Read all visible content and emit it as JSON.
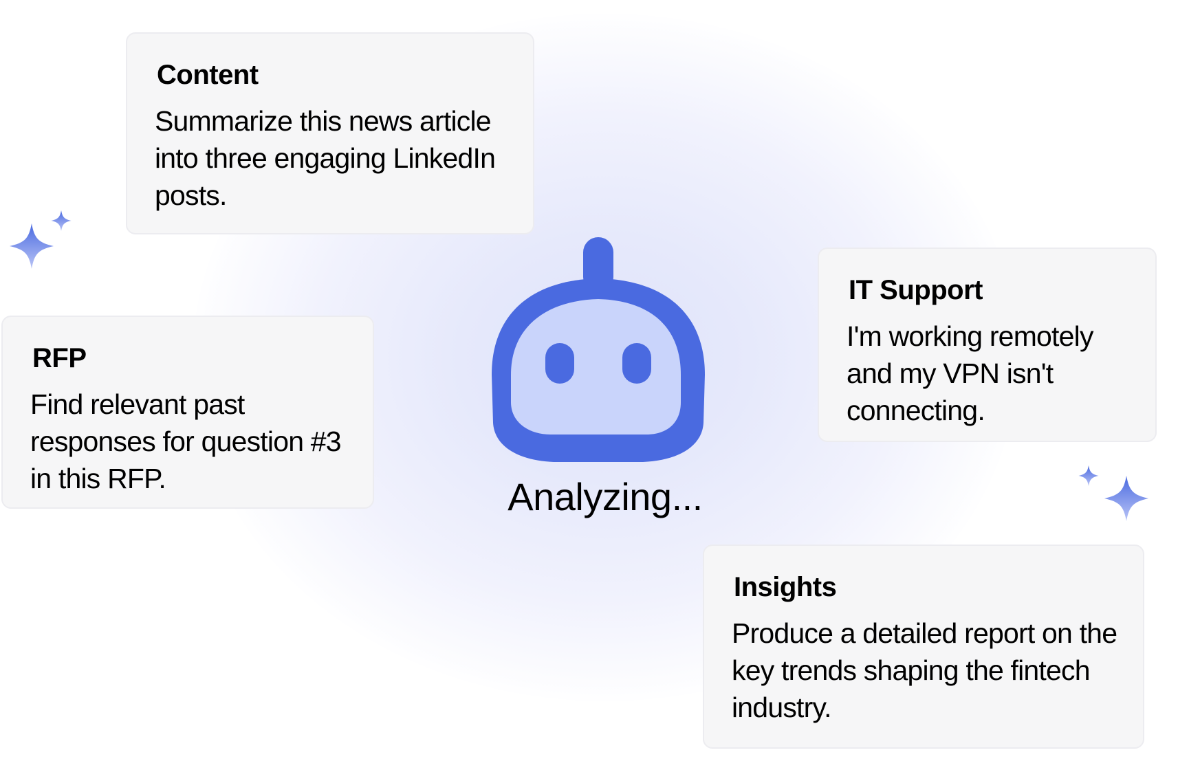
{
  "cards": [
    {
      "title": "Content",
      "text": "Summarize this news article into three engaging LinkedIn posts."
    },
    {
      "title": "RFP",
      "text": "Find relevant past responses for question #3 in this RFP."
    },
    {
      "title": "IT Support",
      "text": "I'm working remotely and my VPN isn't connecting."
    },
    {
      "title": "Insights",
      "text": "Produce a detailed report on the key trends shaping the fintech industry."
    }
  ],
  "status": "Analyzing...",
  "colors": {
    "accent": "#4a6ae0",
    "face": "#c9d4fb",
    "card": "#f6f6f7"
  }
}
